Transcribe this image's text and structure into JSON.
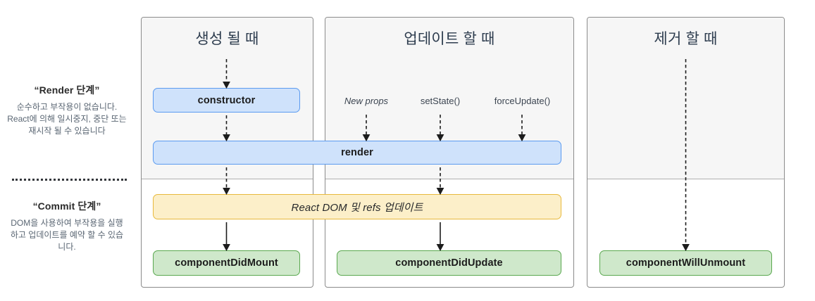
{
  "legend": {
    "render_phase": {
      "title": "“Render 단계”",
      "body": "순수하고 부작용이 없습니다. React에 의해 일시중지, 중단 또는 재시작 될 수 있습니다"
    },
    "commit_phase": {
      "title": "“Commit 단계”",
      "body": "DOM을 사용하여 부작용을 실행하고 업데이트를 예약 할 수 있습니다."
    }
  },
  "columns": [
    {
      "id": "mounting",
      "title": "생성 될 때"
    },
    {
      "id": "updating",
      "title": "업데이트 할 때"
    },
    {
      "id": "unmounting",
      "title": "제거 할 때"
    }
  ],
  "triggers": [
    {
      "label": "New props",
      "style": "italic"
    },
    {
      "label": "setState()",
      "style": "normal"
    },
    {
      "label": "forceUpdate()",
      "style": "normal"
    }
  ],
  "nodes": {
    "constructor": "constructor",
    "render": "render",
    "react_dom_update": "React DOM 및 refs 업데이트",
    "component_did_mount": "componentDidMount",
    "component_did_update": "componentDidUpdate",
    "component_will_unmount": "componentWillUnmount"
  },
  "colors": {
    "blue_fill": "#cfe2fb",
    "blue_border": "#5b9bf0",
    "green_fill": "#cfe8cb",
    "green_border": "#5aa84f",
    "yellow_fill": "#fcefc9",
    "yellow_border": "#e8b93c",
    "panel_header_bg": "#f6f6f6",
    "panel_border": "#8b8b8b",
    "title_text": "#2d3c4e",
    "legend_body_text": "#5a6673",
    "arrow_stroke": "#1c1c1c"
  }
}
